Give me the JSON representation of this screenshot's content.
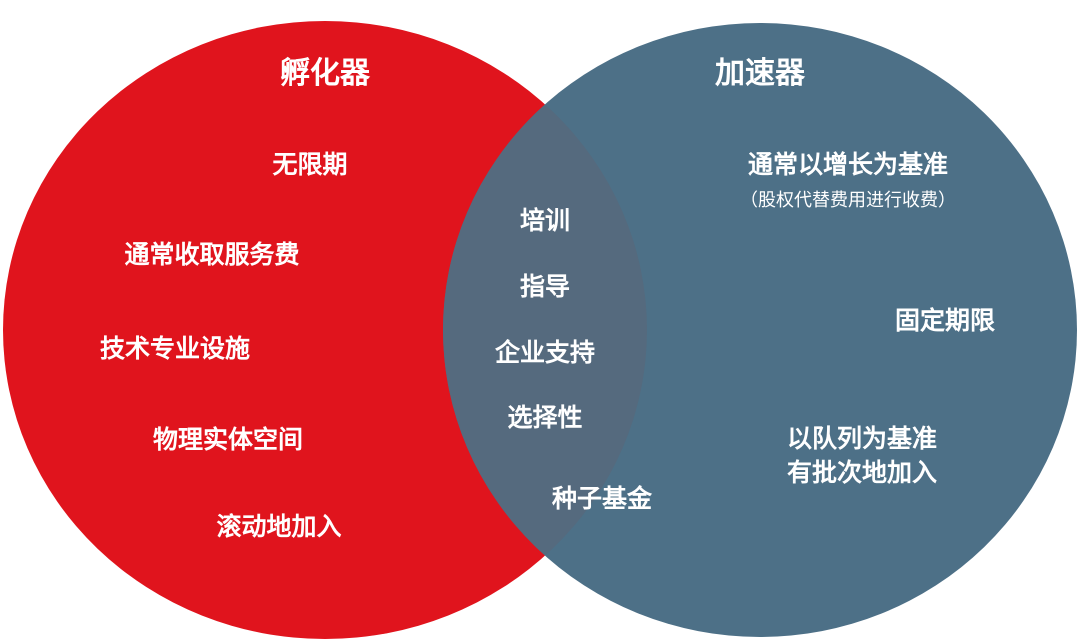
{
  "colors": {
    "incubator": "#e0141d",
    "accelerator": "#4d7087",
    "overlap": "#556a7e",
    "text": "#ffffff"
  },
  "incubator": {
    "title": "孵化器",
    "items": [
      "无限期",
      "通常收取服务费",
      "技术专业设施",
      "物理实体空间",
      "滚动地加入"
    ]
  },
  "accelerator": {
    "title": "加速器",
    "items": [
      "通常以增长为基准",
      "（股权代替费用进行收费）",
      "固定期限",
      "以队列为基准",
      "有批次地加入"
    ]
  },
  "shared": {
    "items": [
      "培训",
      "指导",
      "企业支持",
      "选择性",
      "种子基金"
    ]
  }
}
